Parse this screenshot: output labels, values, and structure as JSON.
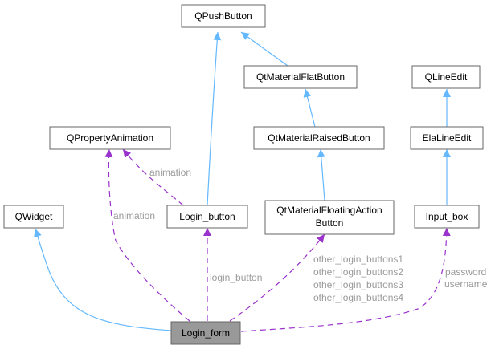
{
  "nodes": {
    "qpushbutton": "QPushButton",
    "qtmaterialflatbutton": "QtMaterialFlatButton",
    "qlineedit": "QLineEdit",
    "qpropertyanimation": "QPropertyAnimation",
    "qtmaterialraisedbutton": "QtMaterialRaisedButton",
    "elalineedit": "ElaLineEdit",
    "qwidget": "QWidget",
    "login_button": "Login_button",
    "qtmaterialfloatingactionbutton_line1": "QtMaterialFloatingAction",
    "qtmaterialfloatingactionbutton_line2": "Button",
    "input_box": "Input_box",
    "login_form": "Login_form"
  },
  "edge_labels": {
    "animation_from_button": "animation",
    "animation_from_form": "animation",
    "login_button": "login_button",
    "other_login_buttons1": "other_login_buttons1",
    "other_login_buttons2": "other_login_buttons2",
    "other_login_buttons3": "other_login_buttons3",
    "other_login_buttons4": "other_login_buttons4",
    "password": "password",
    "username": "username"
  },
  "colors": {
    "inheritance": "#63b8ff",
    "usage": "#9a32cd",
    "focus_fill": "#999999"
  }
}
